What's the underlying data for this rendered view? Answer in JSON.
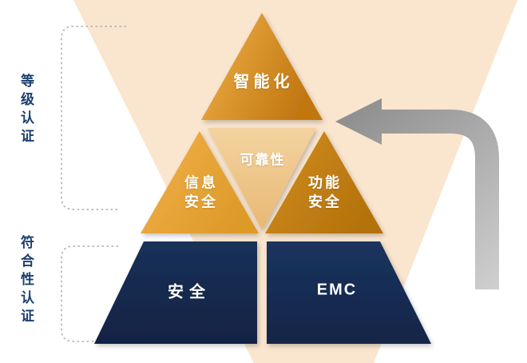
{
  "diagram": {
    "title_hint": "certification-pyramid",
    "side_labels": {
      "top": "等级认证",
      "bottom": "符合性认证"
    },
    "pyramid": {
      "top": {
        "label": "智能化"
      },
      "middle_left": {
        "line1": "信息",
        "line2": "安全"
      },
      "middle_center": {
        "label": "可靠性"
      },
      "middle_right": {
        "line1": "功能",
        "line2": "安全"
      },
      "bottom_left": {
        "label": "安全"
      },
      "bottom_right": {
        "label": "EMC"
      }
    },
    "colors": {
      "background_band": "#FAE5CE",
      "orange_light": "#F0B04A",
      "orange_mid": "#E09A26",
      "orange_dark": "#C07A12",
      "tan_light": "#F3D09C",
      "tan_dark": "#E8BC7A",
      "navy": "#152A52",
      "side_label_text": "#1B3E6E",
      "arrow_gray_dark": "#8C8C8C",
      "arrow_gray_light": "#D0D0D0",
      "bracket_dots": "#ADADAD"
    }
  }
}
